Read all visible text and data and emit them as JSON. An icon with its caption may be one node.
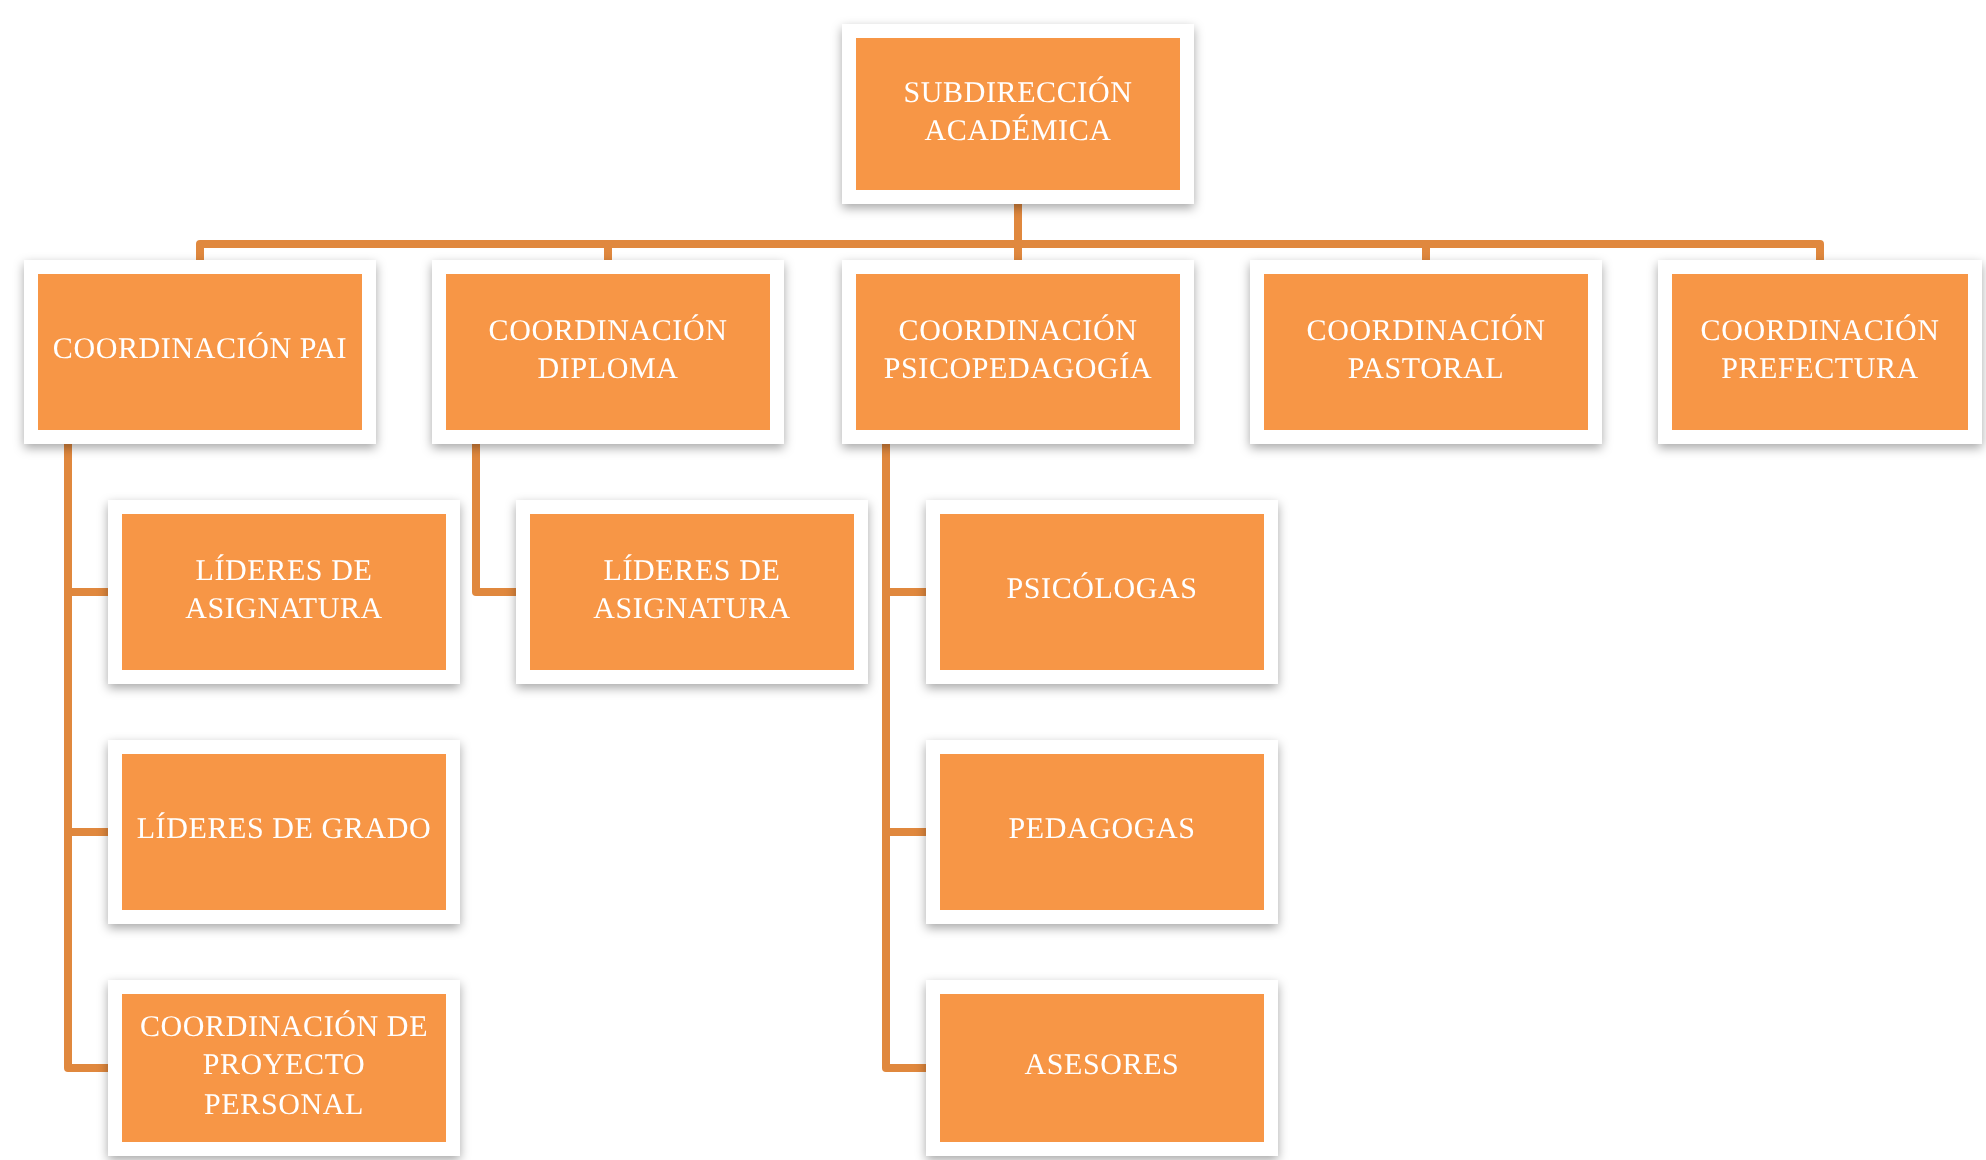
{
  "diagram": {
    "nodes": [
      {
        "text": [
          "SUBDIRECCIÓN ACADÉMICA"
        ]
      },
      {
        "text": [
          "COORDINACIÓN PAI"
        ]
      },
      {
        "text": [
          "COORDINACIÓN DIPLOMA"
        ]
      },
      {
        "text": [
          "COORDINACIÓN PSICOPEDAGOGÍA"
        ]
      },
      {
        "text": [
          "COORDINACIÓN PASTORAL"
        ]
      },
      {
        "text": [
          "COORDINACIÓN PREFECTURA"
        ]
      },
      {
        "text": [
          "LÍDERES DE ASIGNATURA"
        ]
      },
      {
        "text": [
          "LÍDERES DE GRADO"
        ]
      },
      {
        "text": [
          "COORDINACIÓN DE PROYECTO PERSONAL"
        ]
      },
      {
        "text": [
          "LÍDERES DE ASIGNATURA"
        ]
      },
      {
        "text": [
          "PSICÓLOGAS"
        ]
      },
      {
        "text": [
          "PEDAGOGAS"
        ]
      },
      {
        "text": [
          "ASESORES"
        ]
      }
    ],
    "edges": [
      {
        "from": 0,
        "to": 1,
        "arrow": "none"
      },
      {
        "from": 0,
        "to": 2,
        "arrow": "none"
      },
      {
        "from": 0,
        "to": 3,
        "arrow": "none"
      },
      {
        "from": 0,
        "to": 4,
        "arrow": "none"
      },
      {
        "from": 0,
        "to": 5,
        "arrow": "none"
      },
      {
        "from": 1,
        "to": 6,
        "arrow": "none"
      },
      {
        "from": 1,
        "to": 7,
        "arrow": "none"
      },
      {
        "from": 1,
        "to": 8,
        "arrow": "none"
      },
      {
        "from": 2,
        "to": 9,
        "arrow": "none"
      },
      {
        "from": 3,
        "to": 10,
        "arrow": "none"
      },
      {
        "from": 3,
        "to": 11,
        "arrow": "none"
      },
      {
        "from": 3,
        "to": 12,
        "arrow": "none"
      }
    ]
  }
}
